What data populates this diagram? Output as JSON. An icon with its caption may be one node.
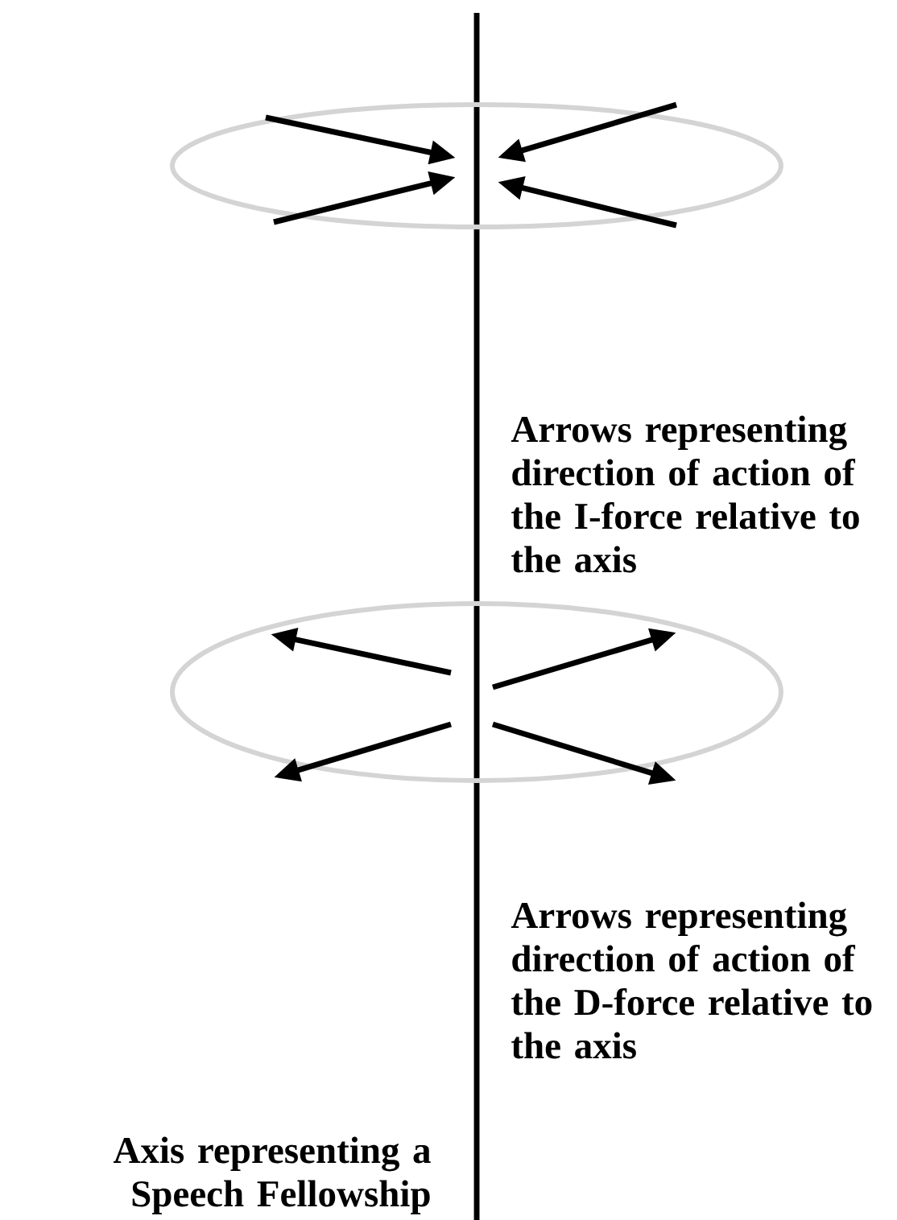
{
  "diagram": {
    "labels": [
      "Arrows representing direction of action of the I-force relative to the axis",
      "Arrows representing direction of action of the D-force relative to the axis",
      "Axis representing a Speech Fellowship"
    ]
  }
}
